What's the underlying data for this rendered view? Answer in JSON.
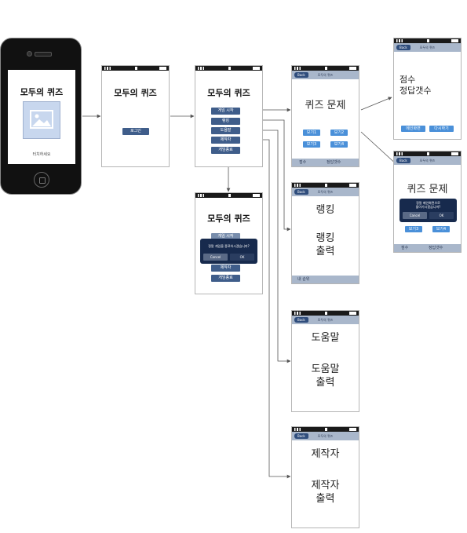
{
  "app_title": "모두의 퀴즈",
  "nav_title": "모두의 퀴즈",
  "back_label": "Back",
  "splash": {
    "touch_label": "터치하세요"
  },
  "login": {
    "login_button": "로그인"
  },
  "main_menu": {
    "items": [
      "게임 시작",
      "랭킹",
      "도움말",
      "제작자",
      "게임종료"
    ]
  },
  "exit_dialog": {
    "message": "정말 게임을 종료하시겠습니까?",
    "cancel": "Cancel",
    "ok": "OK"
  },
  "quiz": {
    "question": "퀴즈 문제",
    "options": [
      "보기1",
      "보기2",
      "보기3",
      "보기4"
    ],
    "footer_score": "점수",
    "footer_correct": "정답갯수"
  },
  "result": {
    "line1": "점수",
    "line2": "정답갯수",
    "main_button": "메인화면",
    "retry_button": "다시하기"
  },
  "quiz_dialog": {
    "message_line1": "정말 메인화면으로",
    "message_line2": "돌아가시겠습니까?",
    "cancel": "Cancel",
    "ok": "OK"
  },
  "ranking": {
    "title": "랭킹",
    "output": "랭킹\n출력",
    "footer": "내 순위"
  },
  "help": {
    "title": "도움말",
    "output": "도움말\n출력"
  },
  "credits": {
    "title": "제작자",
    "output": "제작자\n출력"
  },
  "colors": {
    "dark_button": "#3f5d8a",
    "light_button": "#4a90d9",
    "nav_bar": "#a9b7cb",
    "dialog": "#172a4d"
  }
}
